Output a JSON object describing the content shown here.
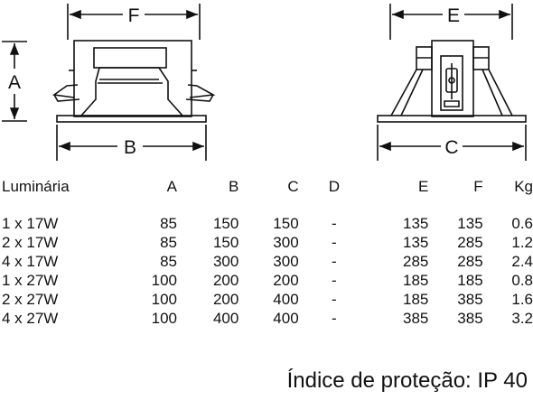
{
  "drawing": {
    "side_view": {
      "dim_top": "F",
      "dim_left": "A",
      "dim_bottom": "B"
    },
    "front_view": {
      "dim_top": "E",
      "dim_bottom": "C"
    }
  },
  "table": {
    "headers": {
      "luminaria": "Luminária",
      "a": "A",
      "b": "B",
      "c": "C",
      "d": "D",
      "e": "E",
      "f": "F",
      "kg": "Kg"
    },
    "rows": [
      {
        "luminaria": "1 x 17W",
        "a": "85",
        "b": "150",
        "c": "150",
        "d": "-",
        "e": "135",
        "f": "135",
        "kg": "0.6"
      },
      {
        "luminaria": "2 x 17W",
        "a": "85",
        "b": "150",
        "c": "300",
        "d": "-",
        "e": "135",
        "f": "285",
        "kg": "1.2"
      },
      {
        "luminaria": "4 x 17W",
        "a": "85",
        "b": "300",
        "c": "300",
        "d": "-",
        "e": "285",
        "f": "285",
        "kg": "2.4"
      },
      {
        "luminaria": "1 x 27W",
        "a": "100",
        "b": "200",
        "c": "200",
        "d": "-",
        "e": "185",
        "f": "185",
        "kg": "0.8"
      },
      {
        "luminaria": "2 x 27W",
        "a": "100",
        "b": "200",
        "c": "400",
        "d": "-",
        "e": "185",
        "f": "385",
        "kg": "1.6"
      },
      {
        "luminaria": "4 x 27W",
        "a": "100",
        "b": "400",
        "c": "400",
        "d": "-",
        "e": "385",
        "f": "385",
        "kg": "3.2"
      }
    ]
  },
  "protection": "Índice de proteção: IP 40"
}
